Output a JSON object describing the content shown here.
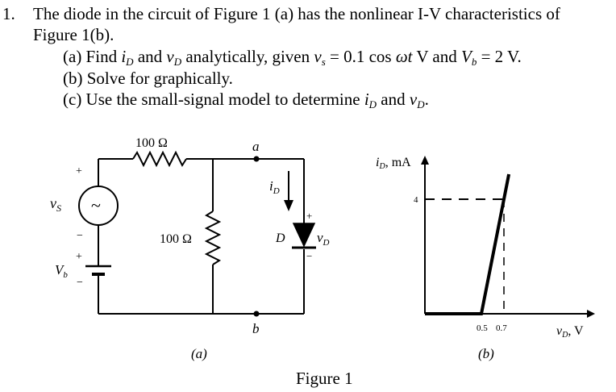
{
  "problem": {
    "number": "1.",
    "line1": "The diode in the circuit of Figure 1 (a) has the nonlinear I-V characteristics of",
    "line2": "Figure 1(b).",
    "part_a": {
      "prefix": "(a) Find",
      "iD_var": "i",
      "iD_sub": "D",
      "and": "and",
      "vD_var": "v",
      "vD_sub": "D",
      "analytically": "analytically, given",
      "vs_var": "v",
      "vs_sub": "s",
      "vs_rhs": "= 0.1 cos",
      "omega_t": "ωt",
      "v_and": "V and",
      "Vb_var": "V",
      "Vb_sub": "b",
      "Vb_rhs": "= 2 V."
    },
    "part_b": "(b) Solve for graphically.",
    "part_c": {
      "prefix": "(c) Use the small-signal model to determine",
      "iD_var": "i",
      "iD_sub": "D",
      "and": "and",
      "vD_var": "v",
      "vD_sub": "D",
      "end": "."
    }
  },
  "circuit": {
    "r_top": "100 Ω",
    "r_mid": "100 Ω",
    "node_a": "a",
    "node_b": "b",
    "source_var": "v",
    "source_sub": "S",
    "source_symbol": "~",
    "battery_var": "V",
    "battery_sub": "b",
    "current_var": "i",
    "current_sub": "D",
    "diode_label": "D",
    "vd_var": "v",
    "vd_sub": "D",
    "plus": "+",
    "minus": "−",
    "caption": "(a)"
  },
  "chart_data": {
    "type": "line",
    "title": "",
    "xlabel": "vD, V",
    "ylabel": "iD, mA",
    "xticks": [
      "0.5",
      "0.7"
    ],
    "yticks": [
      "4"
    ],
    "series": [
      {
        "x": [
          0.0,
          0.5,
          0.7
        ],
        "y": [
          0,
          0,
          4
        ]
      }
    ],
    "annotations": [
      "dashed line at iD = 4 mA",
      "dashed line at vD = 0.7 V"
    ],
    "caption": "(b)"
  },
  "figure_label": "Figure 1"
}
